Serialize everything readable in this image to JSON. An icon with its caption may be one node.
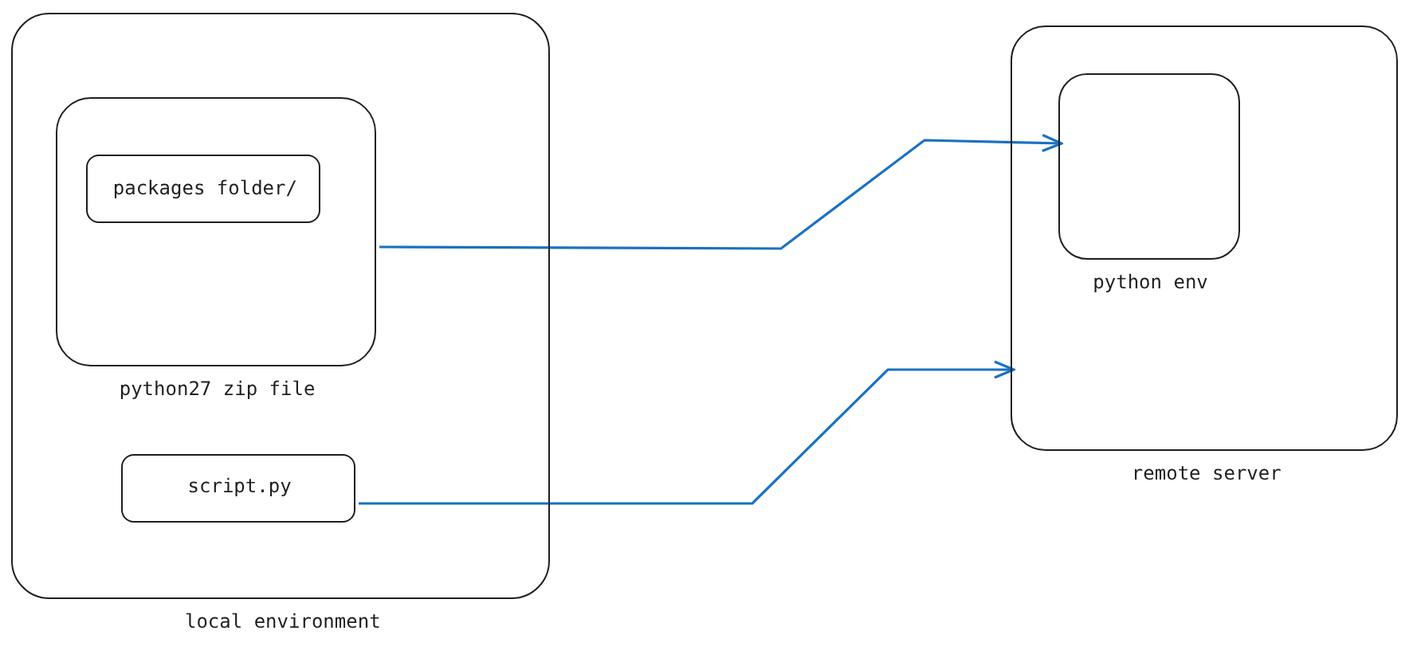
{
  "diagram": {
    "nodes": [
      {
        "text": [
          "local environment"
        ]
      },
      {
        "text": [
          "python27 zip file"
        ],
        "in": 0
      },
      {
        "text": [
          "packages folder/"
        ],
        "in": 1
      },
      {
        "text": [
          "script.py"
        ],
        "in": 0
      },
      {
        "text": [
          "remote server"
        ]
      },
      {
        "text": [
          "python env"
        ],
        "in": 4
      }
    ],
    "edges": [
      {
        "from": 1,
        "to": 5,
        "arrow": "to"
      },
      {
        "from": 3,
        "to": 4,
        "arrow": "to"
      }
    ]
  }
}
